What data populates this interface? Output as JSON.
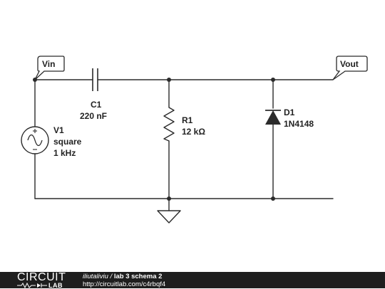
{
  "schematic": {
    "labels": {
      "vin": "Vin",
      "vout": "Vout",
      "c1_name": "C1",
      "c1_value": "220 nF",
      "r1_name": "R1",
      "r1_value": "12 kΩ",
      "d1_name": "D1",
      "d1_part": "1N4148",
      "v1_name": "V1",
      "v1_wave": "square",
      "v1_freq": "1 kHz"
    },
    "icons": [
      "ac-source-icon",
      "capacitor-icon",
      "resistor-icon",
      "diode-icon",
      "ground-icon"
    ]
  },
  "footer": {
    "logo_circuit": "CIRCUIT",
    "logo_lab": "LAB",
    "author": "iliutaliviu",
    "separator": " / ",
    "title": "lab 3 schema 2",
    "url": "http://circuitlab.com/c4rbqf4",
    "background": "#1e1e1e"
  }
}
